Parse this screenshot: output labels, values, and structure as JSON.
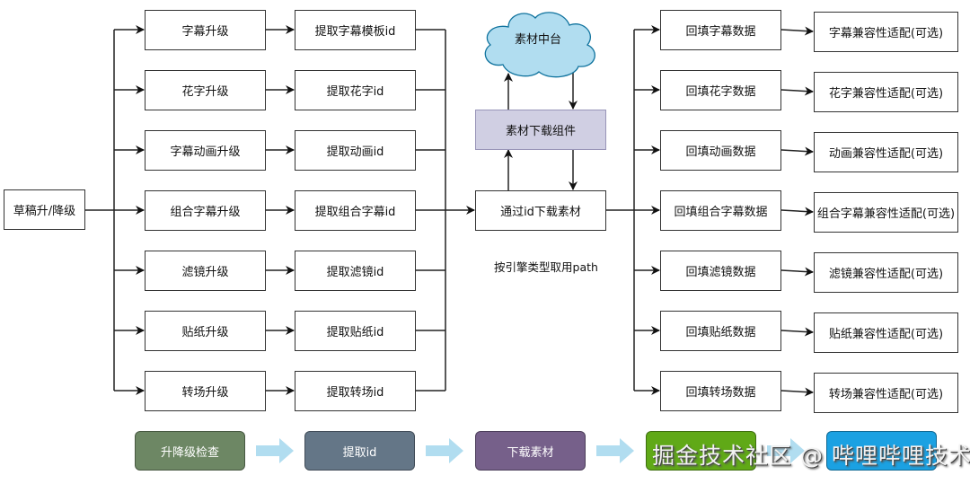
{
  "diagram": {
    "root": "草稿升/降级",
    "upgrade_steps": [
      "字幕升级",
      "花字升级",
      "字幕动画升级",
      "组合字幕升级",
      "滤镜升级",
      "贴纸升级",
      "转场升级"
    ],
    "extract_steps": [
      "提取字幕模板id",
      "提取花字id",
      "提取动画id",
      "提取组合字幕id",
      "提取滤镜id",
      "提取贴纸id",
      "提取转场id"
    ],
    "cloud": "素材中台",
    "component": "素材下载组件",
    "download": "通过id下载素材",
    "note": "按引擎类型取用path",
    "backfill_steps": [
      "回填字幕数据",
      "回填花字数据",
      "回填动画数据",
      "回填组合字幕数据",
      "回填滤镜数据",
      "回填贴纸数据",
      "回填转场数据"
    ],
    "adapt_steps": [
      "字幕兼容性适配(可选)",
      "花字兼容性适配(可选)",
      "动画兼容性适配(可选)",
      "组合字幕兼容性适配(可选)",
      "滤镜兼容性适配(可选)",
      "贴纸兼容性适配(可选)",
      "转场兼容性适配(可选)"
    ]
  },
  "process": {
    "steps": [
      {
        "label": "升降级检查",
        "color": "#6d8764"
      },
      {
        "label": "提取id",
        "color": "#647687"
      },
      {
        "label": "下载素材",
        "color": "#76608a"
      },
      {
        "label": "",
        "color": "#60a917"
      },
      {
        "label": "",
        "color": "#1ba1e2"
      }
    ],
    "arrow_color": "#b1ddf0"
  },
  "watermark": "掘金技术社区 @ 哔哩哔哩技术",
  "colors": {
    "cloud_fill": "#b1ddf0",
    "cloud_stroke": "#10739e",
    "component_fill": "#d0cfe3",
    "line": "#222222"
  }
}
